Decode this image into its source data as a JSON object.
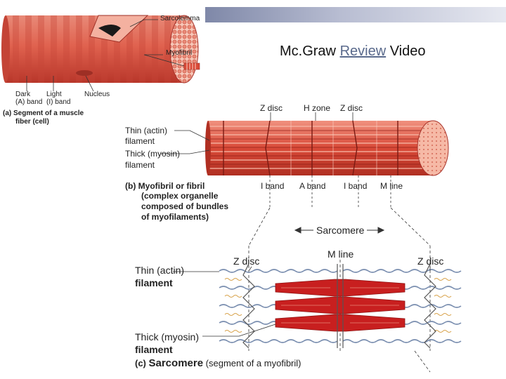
{
  "header": {
    "title_prefix": "Mc.Graw ",
    "title_link": "Review",
    "title_suffix": " Video"
  },
  "panel_a": {
    "sarcolemma": "Sarcolemma",
    "myofibril": "Myofibril",
    "dark_band": "Dark",
    "dark_band_sub": "(A) band",
    "light_band": "Light",
    "light_band_sub": "(I) band",
    "nucleus": "Nucleus",
    "caption_1": "(a) Segment of a muscle",
    "caption_2": "fiber (cell)"
  },
  "panel_b": {
    "z_disc_left": "Z disc",
    "h_zone": "H zone",
    "z_disc_right": "Z disc",
    "thin_filament_1": "Thin (actin)",
    "thin_filament_2": "filament",
    "thick_filament_1": "Thick (myosin)",
    "thick_filament_2": "filament",
    "i_band_left": "I band",
    "a_band": "A band",
    "i_band_right": "I band",
    "m_line": "M line",
    "caption_1": "(b) Myofibril or fibril",
    "caption_2": "(complex organelle",
    "caption_3": "composed of bundles",
    "caption_4": "of myofilaments)"
  },
  "panel_c": {
    "sarcomere": "Sarcomere",
    "m_line": "M line",
    "z_disc_left": "Z disc",
    "z_disc_right": "Z disc",
    "thin_filament_1": "Thin (actin)",
    "thin_filament_2": "filament",
    "thick_filament_1": "Thick (myosin)",
    "thick_filament_2": "filament",
    "caption_prefix": "(c) ",
    "caption_bold": "Sarcomere",
    "caption_rest": " (segment of a myofibril)"
  },
  "colors": {
    "muscle": "#e0624f",
    "muscle_dark": "#b8362a",
    "muscle_light": "#f2a292",
    "myosin": "#c81f1f",
    "actin": "#7b8fb0",
    "accent_bar": "#8a93b0"
  }
}
